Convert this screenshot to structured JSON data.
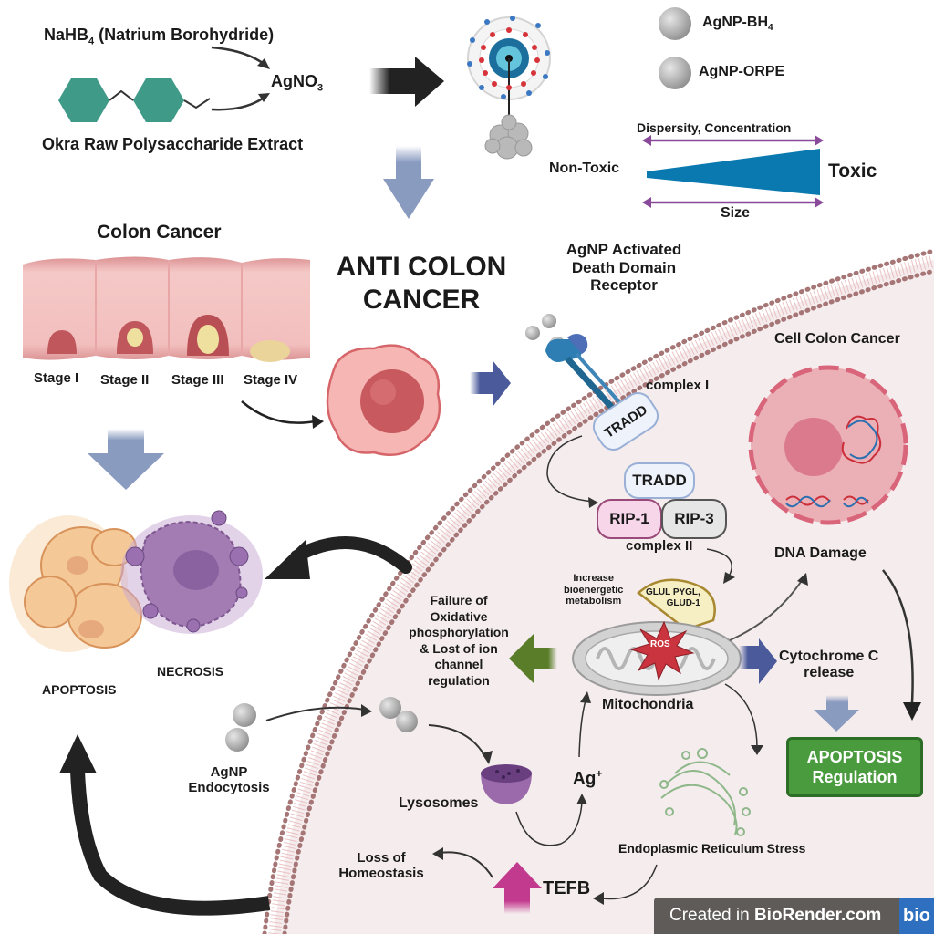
{
  "synthesis": {
    "reducer_label": "NaHB",
    "reducer_sub": "4",
    "reducer_name": " (Natrium Borohydride)",
    "precursor_label": "AgNO",
    "precursor_sub": "3",
    "extract_label": "Okra Raw Polysaccharide Extract"
  },
  "legend": {
    "items": [
      {
        "label": "AgNP-BH",
        "sub": "4"
      },
      {
        "label": "AgNP-ORPE",
        "sub": ""
      }
    ]
  },
  "toxicity": {
    "top_label": "Dispersity, Concentration",
    "bottom_label": "Size",
    "left_label": "Non-Toxic",
    "right_label": "Toxic",
    "wedge_color": "#0a79b0",
    "arrow_color": "#8a4a9a"
  },
  "colon": {
    "title": "Colon Cancer",
    "stages": [
      "Stage I",
      "Stage II",
      "Stage III",
      "Stage IV"
    ]
  },
  "headline": {
    "line1": "ANTI COLON",
    "line2": "CANCER"
  },
  "receptor": {
    "title_lines": [
      "AgNP Activated",
      "Death Domain",
      "Receptor"
    ],
    "complex1_label": "complex I",
    "complex2_label": "complex II",
    "tradd": "TRADD",
    "rip1": "RIP-1",
    "rip3": "RIP-3"
  },
  "cell": {
    "title": "Cell Colon Cancer",
    "dna_damage": "DNA Damage",
    "bioenergetic_lines": [
      "Increase",
      "bioenergetic",
      "metabolism"
    ],
    "glul_lines": [
      "GLUL PYGL,",
      "GLUD-1"
    ],
    "ros": "ROS",
    "mitochondria": "Mitochondria",
    "oxphos_lines": [
      "Failure of",
      "Oxidative",
      "phosphorylation",
      "& Lost of ion",
      "channel",
      "regulation"
    ],
    "cytochrome_lines": [
      "Cytochrome C",
      "release"
    ],
    "apoptosis_box_lines": [
      "APOPTOSIS",
      "Regulation"
    ],
    "endocytosis_lines": [
      "AgNP",
      "Endocytosis"
    ],
    "lysosomes": "Lysosomes",
    "ag_ion": "Ag",
    "ag_sup": "+",
    "er_stress": "Endoplasmic Reticulum Stress",
    "homeostasis_lines": [
      "Loss of",
      "Homeostasis"
    ],
    "tefb": "TEFB"
  },
  "death": {
    "apoptosis": "APOPTOSIS",
    "necrosis": "NECROSIS"
  },
  "watermark": {
    "prefix": "Created in ",
    "brand": "BioRender.com",
    "logo": "bio"
  },
  "colors": {
    "cell_interior": "#f5ecee",
    "membrane_head": "#a67676",
    "apoptosis_green": "#4a9a3e",
    "oxphos_arrow": "#5a7d2a",
    "flow_arrow_blue": "#4a5a9a",
    "tefb_arrow": "#c23a8e"
  }
}
